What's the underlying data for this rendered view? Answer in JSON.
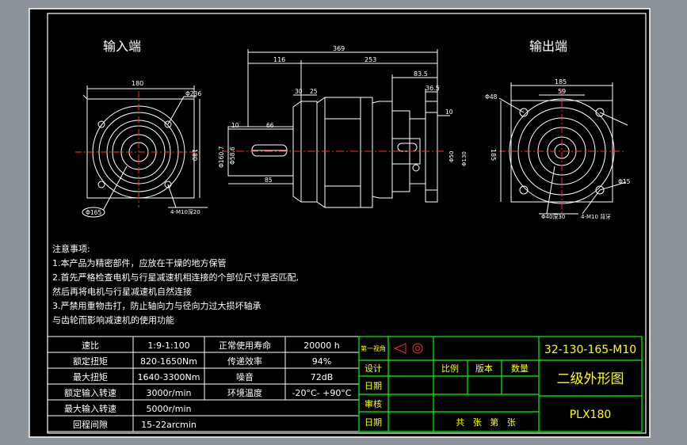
{
  "views": {
    "input_end": "输入端",
    "output_end": "输出端"
  },
  "dims": {
    "in_width": "180",
    "in_height": "180",
    "in_bolt_circle": "Φ236",
    "in_pilot": "Φ165",
    "in_holes": "4-M10深20",
    "total_len": "369",
    "len_116": "116",
    "len_253": "253",
    "len_83_5": "83.5",
    "len_36_5": "36.5",
    "len_30": "30",
    "len_25": "25",
    "len_10_left": "10",
    "len_66": "66",
    "len_85": "85",
    "len_10_right": "10",
    "dia_160": "Φ160.7",
    "dia_58": "Φ58.6",
    "dia_50": "Φ50",
    "dia_130": "Φ130",
    "out_width": "185",
    "out_59": "59",
    "out_height": "185",
    "out_phi48": "Φ48",
    "out_phi15": "Φ15",
    "out_holes": "4-M10 背牙",
    "out_shaft": "Φ40深30"
  },
  "notes": {
    "title": "注意事项:",
    "lines": [
      "1.本产品为精密部件，应放在干燥的地方保管",
      "2.首先严格检查电机与行星减速机相连接的个部位尺寸是否匹配,",
      "然后再将电机与行星减速机自然连接",
      "3.严禁用重物击打，防止轴向力与径向力过大损坏轴承",
      "与齿轮而影响减速机的使用功能"
    ]
  },
  "specs": {
    "rows": [
      [
        "速比",
        "1:9-1:100",
        "正常使用寿命",
        "20000 h"
      ],
      [
        "额定扭矩",
        "820-1650Nm",
        "传递效率",
        "94%"
      ],
      [
        "最大扭矩",
        "1640-3300Nm",
        "噪音",
        "72dB"
      ],
      [
        "额定输入转速",
        "3000r/min",
        "环境温度",
        "-20°C- +90°C"
      ],
      [
        "最大输入转速",
        "5000r/min",
        "",
        ""
      ],
      [
        "回程间隙",
        "15-22arcmin",
        "",
        ""
      ]
    ]
  },
  "title_block": {
    "projection_label": "第一视角",
    "design": "设计",
    "date1": "日期",
    "review": "审核",
    "date2": "日期",
    "scale": "比例",
    "version": "版本",
    "quantity": "数量",
    "sheets": "共   张   第   张",
    "drawing_no": "32-130-165-M10",
    "drawing_title": "二级外形图",
    "model": "PLX180"
  },
  "colors": {
    "background": "#000000",
    "frame": "#ffffff",
    "title_lines": "#00ff00",
    "centerline": "#ff3030",
    "dimension": "#ffffff"
  }
}
